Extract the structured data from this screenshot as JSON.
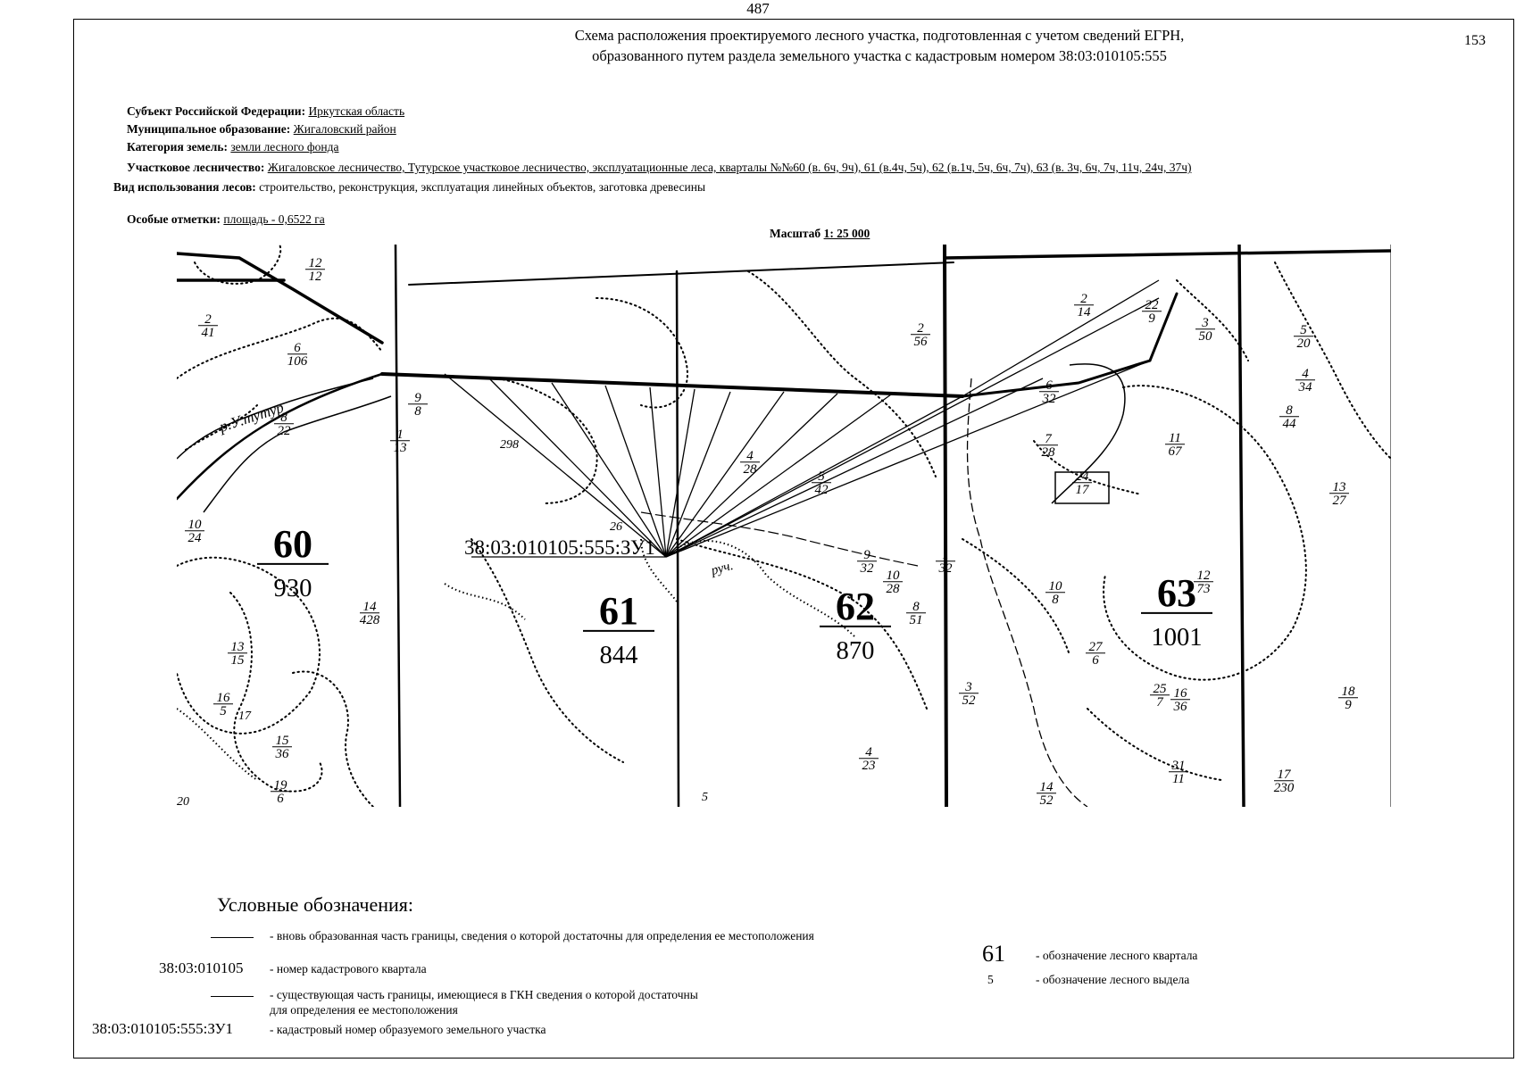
{
  "page_number": "487",
  "sheet_number": "153",
  "title": {
    "line1": "Схема расположения проектируемого лесного участка, подготовленная с учетом сведений ЕГРН,",
    "line2": "образованного путем раздела земельного участка с кадастровым номером 38:03:010105:555"
  },
  "info": {
    "subject_label": "Субъект Российской Федерации:",
    "subject_value": "Иркутская область",
    "municipality_label": "Муниципальное образование:",
    "municipality_value": "Жигаловский район",
    "category_label": "Категория земель:",
    "category_value": "земли лесного фонда",
    "forestry_label": "Участковое лесничество:",
    "forestry_value": "Жигаловское лесничество, Тутурское участковое лесничество, эксплуатационные леса, кварталы №№60 (в. 6ч, 9ч), 61 (в.4ч, 5ч), 62 (в.1ч, 5ч, 6ч, 7ч), 63 (в. 3ч, 6ч, 7ч, 11ч, 24ч, 37ч)",
    "use_label": "Вид использования лесов:",
    "use_value": "строительство, реконструкция, эксплуатация линейных объектов, заготовка древесины",
    "notes_label": "Особые отметки:",
    "notes_value": "площадь -  0,6522 га"
  },
  "scale": {
    "label": "Масштаб",
    "value": "1: 25 000"
  },
  "map": {
    "parcel_label": "38:03:010105:555:ЗУ1",
    "river_label": "р.У.тутур",
    "stream_label": "руч.",
    "quarters": [
      {
        "number": "60",
        "area": "930"
      },
      {
        "number": "61",
        "area": "844"
      },
      {
        "number": "62",
        "area": "870"
      },
      {
        "number": "63",
        "area": "1001"
      }
    ],
    "subdivisions": [
      {
        "num": "12",
        "area": "12"
      },
      {
        "num": "2",
        "area": "41"
      },
      {
        "num": "6",
        "area": "106"
      },
      {
        "num": "8",
        "area": "22"
      },
      {
        "num": "9",
        "area": "8"
      },
      {
        "num": "1",
        "area": "13"
      },
      {
        "num": "10",
        "area": "24"
      },
      {
        "num": "14",
        "area": "428"
      },
      {
        "num": "13",
        "area": "15"
      },
      {
        "num": "16",
        "area": "5"
      },
      {
        "num": "15",
        "area": "36"
      },
      {
        "num": "19",
        "area": "6"
      },
      {
        "num": "2",
        "area": "56"
      },
      {
        "num": "4",
        "area": "28"
      },
      {
        "num": "5",
        "area": "42"
      },
      {
        "num": "9",
        "area": "32"
      },
      {
        "num": "10",
        "area": "28"
      },
      {
        "num": "1",
        "area": "32"
      },
      {
        "num": "8",
        "area": "51"
      },
      {
        "num": "3",
        "area": "52"
      },
      {
        "num": "4",
        "area": "23"
      },
      {
        "num": "2",
        "area": "14"
      },
      {
        "num": "22",
        "area": "9"
      },
      {
        "num": "3",
        "area": "50"
      },
      {
        "num": "5",
        "area": "20"
      },
      {
        "num": "6",
        "area": "32"
      },
      {
        "num": "7",
        "area": "28"
      },
      {
        "num": "11",
        "area": "67"
      },
      {
        "num": "4",
        "area": "34"
      },
      {
        "num": "8",
        "area": "44"
      },
      {
        "num": "24",
        "area": "17"
      },
      {
        "num": "13",
        "area": "27"
      },
      {
        "num": "12",
        "area": "73"
      },
      {
        "num": "10",
        "area": "8"
      },
      {
        "num": "27",
        "area": "6"
      },
      {
        "num": "25",
        "area": "7"
      },
      {
        "num": "16",
        "area": "36"
      },
      {
        "num": "18",
        "area": "9"
      },
      {
        "num": "31",
        "area": "11"
      },
      {
        "num": "17",
        "area": "230"
      },
      {
        "num": "14",
        "area": "52"
      }
    ],
    "single_marks": [
      "298",
      "26",
      "5",
      "17",
      "20"
    ]
  },
  "legend": {
    "title": "Условные обозначения:",
    "new_boundary": "- вновь образованная часть границы, сведения о которой достаточны для определения ее местоположения",
    "cad_quarter_code": "38:03:010105",
    "cad_quarter_desc": "-  номер кадастрового квартала",
    "existing_boundary_1": "- существующая часть границы, имеющиеся в ГКН сведения о которой достаточны",
    "existing_boundary_2": "для определения ее местоположения",
    "parcel_code": "38:03:010105:555:ЗУ1",
    "parcel_desc": "- кадастровый номер образуемого земельного участка",
    "quarter_code": "61",
    "quarter_desc": "- обозначение лесного квартала",
    "lot_code": "5",
    "lot_desc": "- обозначение лесного выдела"
  }
}
